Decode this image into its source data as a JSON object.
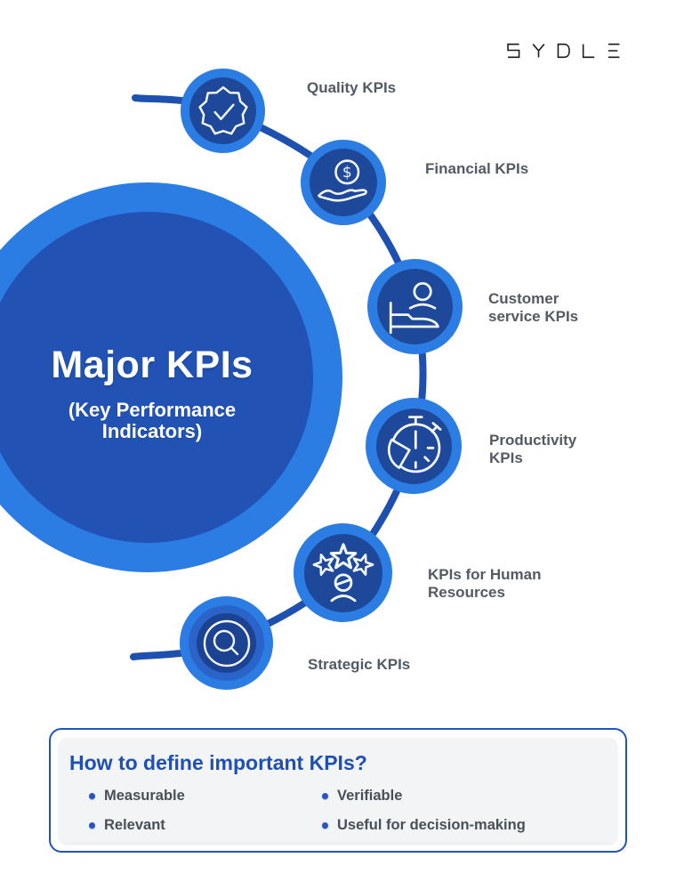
{
  "brand": {
    "logo_text": "SYDLE"
  },
  "center": {
    "title": "Major KPIs",
    "subtitle_lines": [
      "(Key Performance",
      "Indicators)"
    ]
  },
  "nodes": [
    {
      "icon": "badge-check-icon",
      "label_lines": [
        "Quality KPIs"
      ]
    },
    {
      "icon": "hand-dollar-icon",
      "label_lines": [
        "Financial KPIs"
      ]
    },
    {
      "icon": "customer-service-icon",
      "label_lines": [
        "Customer",
        "service KPIs"
      ]
    },
    {
      "icon": "stopwatch-icon",
      "label_lines": [
        "Productivity",
        "KPIs"
      ]
    },
    {
      "icon": "person-stars-icon",
      "label_lines": [
        "KPIs for Human",
        "Resources"
      ]
    },
    {
      "icon": "magnifier-icon",
      "label_lines": [
        "Strategic KPIs"
      ]
    }
  ],
  "definition_box": {
    "title": "How to define important KPIs?",
    "columns": [
      [
        "Measurable",
        "Relevant"
      ],
      [
        "Verifiable",
        "Useful for decision-making"
      ]
    ]
  },
  "colors": {
    "bright_blue": "#2b7de4",
    "node_dark_blue": "#1e4899",
    "hero_inner_blue": "#2253b4",
    "connector_blue": "#1e50b0",
    "label_gray": "#525a64",
    "box_border_blue": "#2456b8",
    "box_title_blue": "#1e4fb3",
    "bullet_text_gray": "#494f58",
    "logo_black": "#1a1a1a"
  }
}
